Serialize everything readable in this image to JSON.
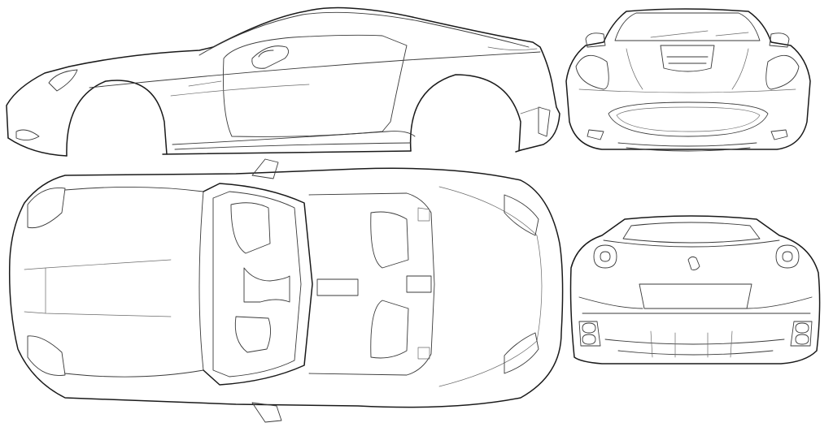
{
  "drawing": {
    "type": "car-blueprint",
    "background": "#ffffff",
    "line_color": "#1a1a1a",
    "views": [
      {
        "name": "side-view"
      },
      {
        "name": "front-view"
      },
      {
        "name": "top-view"
      },
      {
        "name": "rear-view"
      }
    ]
  }
}
